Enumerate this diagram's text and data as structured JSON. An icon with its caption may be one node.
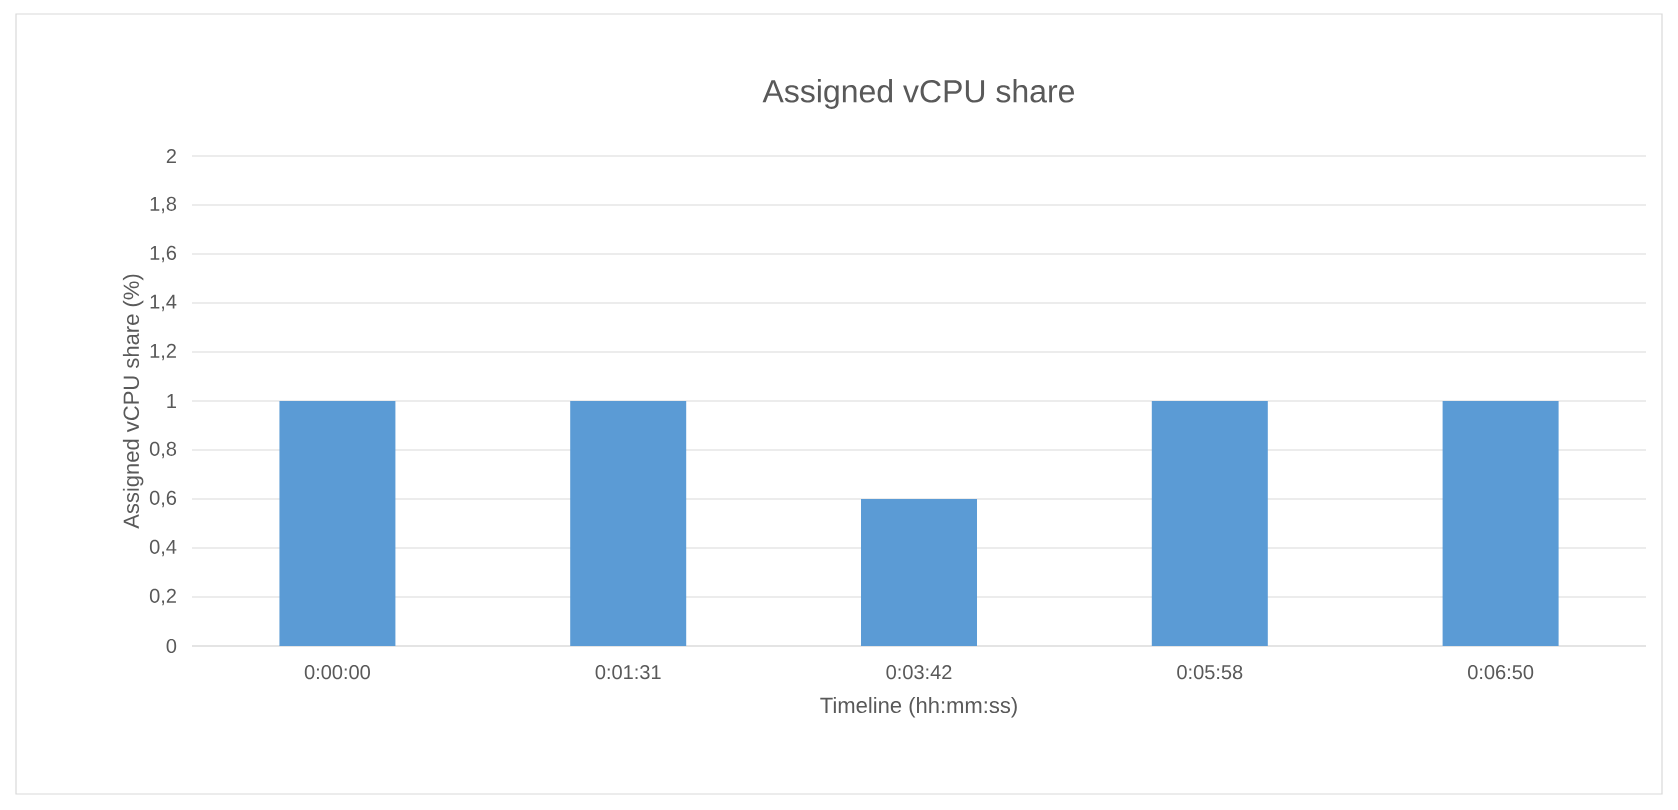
{
  "diagram": {
    "chart_data": {
      "type": "bar",
      "title": "Assigned vCPU share",
      "xlabel": "Timeline (hh:mm:ss)",
      "ylabel": "Assigned vCPU share (%)",
      "categories": [
        "0:00:00",
        "0:01:31",
        "0:03:42",
        "0:05:58",
        "0:06:50"
      ],
      "series": [
        {
          "color": "#5b9bd5",
          "values": [
            1,
            1,
            0.6,
            1,
            1
          ]
        }
      ],
      "ylim": [
        0,
        2
      ],
      "grid": "y",
      "yticks": [
        {
          "value": 0,
          "label": "0"
        },
        {
          "value": 0.2,
          "label": "0,2"
        },
        {
          "value": 0.4,
          "label": "0,4"
        },
        {
          "value": 0.6,
          "label": "0,6"
        },
        {
          "value": 0.8,
          "label": "0,8"
        },
        {
          "value": 1,
          "label": "1"
        },
        {
          "value": 1.2,
          "label": "1,2"
        },
        {
          "value": 1.4,
          "label": "1,4"
        },
        {
          "value": 1.6,
          "label": "1,6"
        },
        {
          "value": 1.8,
          "label": "1,8"
        },
        {
          "value": 2,
          "label": "2"
        }
      ]
    }
  }
}
